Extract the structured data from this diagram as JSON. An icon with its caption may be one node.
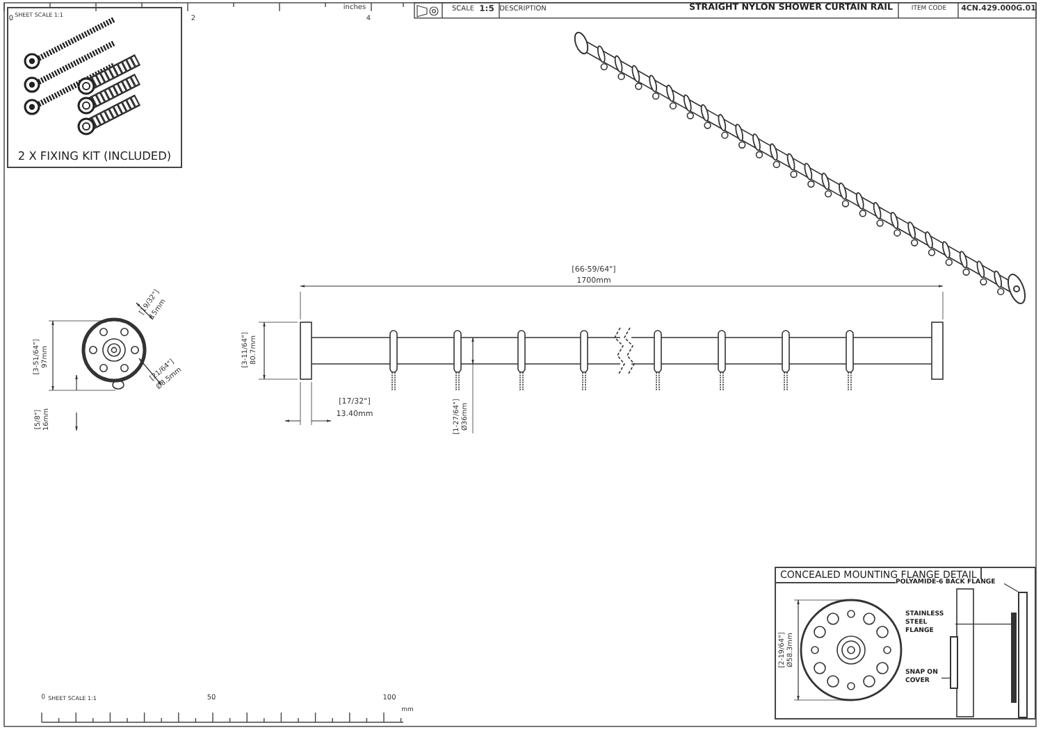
{
  "diagram": {
    "title": "STRAIGHT NYLON SHOWER CURTAIN RAIL",
    "nodes": [
      {
        "text": [
          "2 X FIXING KIT (INCLUDED)"
        ]
      },
      {
        "text": [
          "CONCEALED MOUNTING FLANGE DETAIL"
        ]
      },
      {
        "text": [
          "POLYAMIDE-6 BACK FLANGE"
        ],
        "in": 1
      },
      {
        "text": [
          "STAINLESS STEEL FLANGE"
        ],
        "in": 1
      },
      {
        "text": [
          "SNAP ON COVER"
        ],
        "in": 1
      },
      {
        "text": [],
        "shape": "box",
        "in": 1
      },
      {
        "text": [],
        "shape": "bar",
        "in": 1
      },
      {
        "text": [],
        "shape": "box",
        "in": 1
      }
    ],
    "edges": [
      {
        "from": 2,
        "to": 5,
        "arrow": "none"
      },
      {
        "from": 3,
        "to": 6,
        "arrow": "none"
      },
      {
        "from": 4,
        "to": 7,
        "arrow": "none"
      }
    ],
    "labels": [
      "SHEET SCALE 1:1",
      "0",
      "2",
      "inches",
      "4",
      "SCALE",
      "1:5",
      "DESCRIPTION",
      "ITEM CODE",
      "4CN.429.000G.01",
      "[19/32\"]",
      "15mm",
      "[3-51/64\"]",
      "97mm",
      "[21/64\"]",
      "Ø8.5mm",
      "[5/8\"]",
      "16mm",
      "[3-11/64\"]",
      "80.7mm",
      "[66-59/64\"]",
      "1700mm",
      "[17/32\"]",
      "13.40mm",
      "[1-27/64\"]",
      "Ø36mm",
      "[2-19/64\"]",
      "Ø58.3mm",
      "0",
      "SHEET SCALE 1:1",
      "50",
      "100",
      "mm"
    ]
  }
}
